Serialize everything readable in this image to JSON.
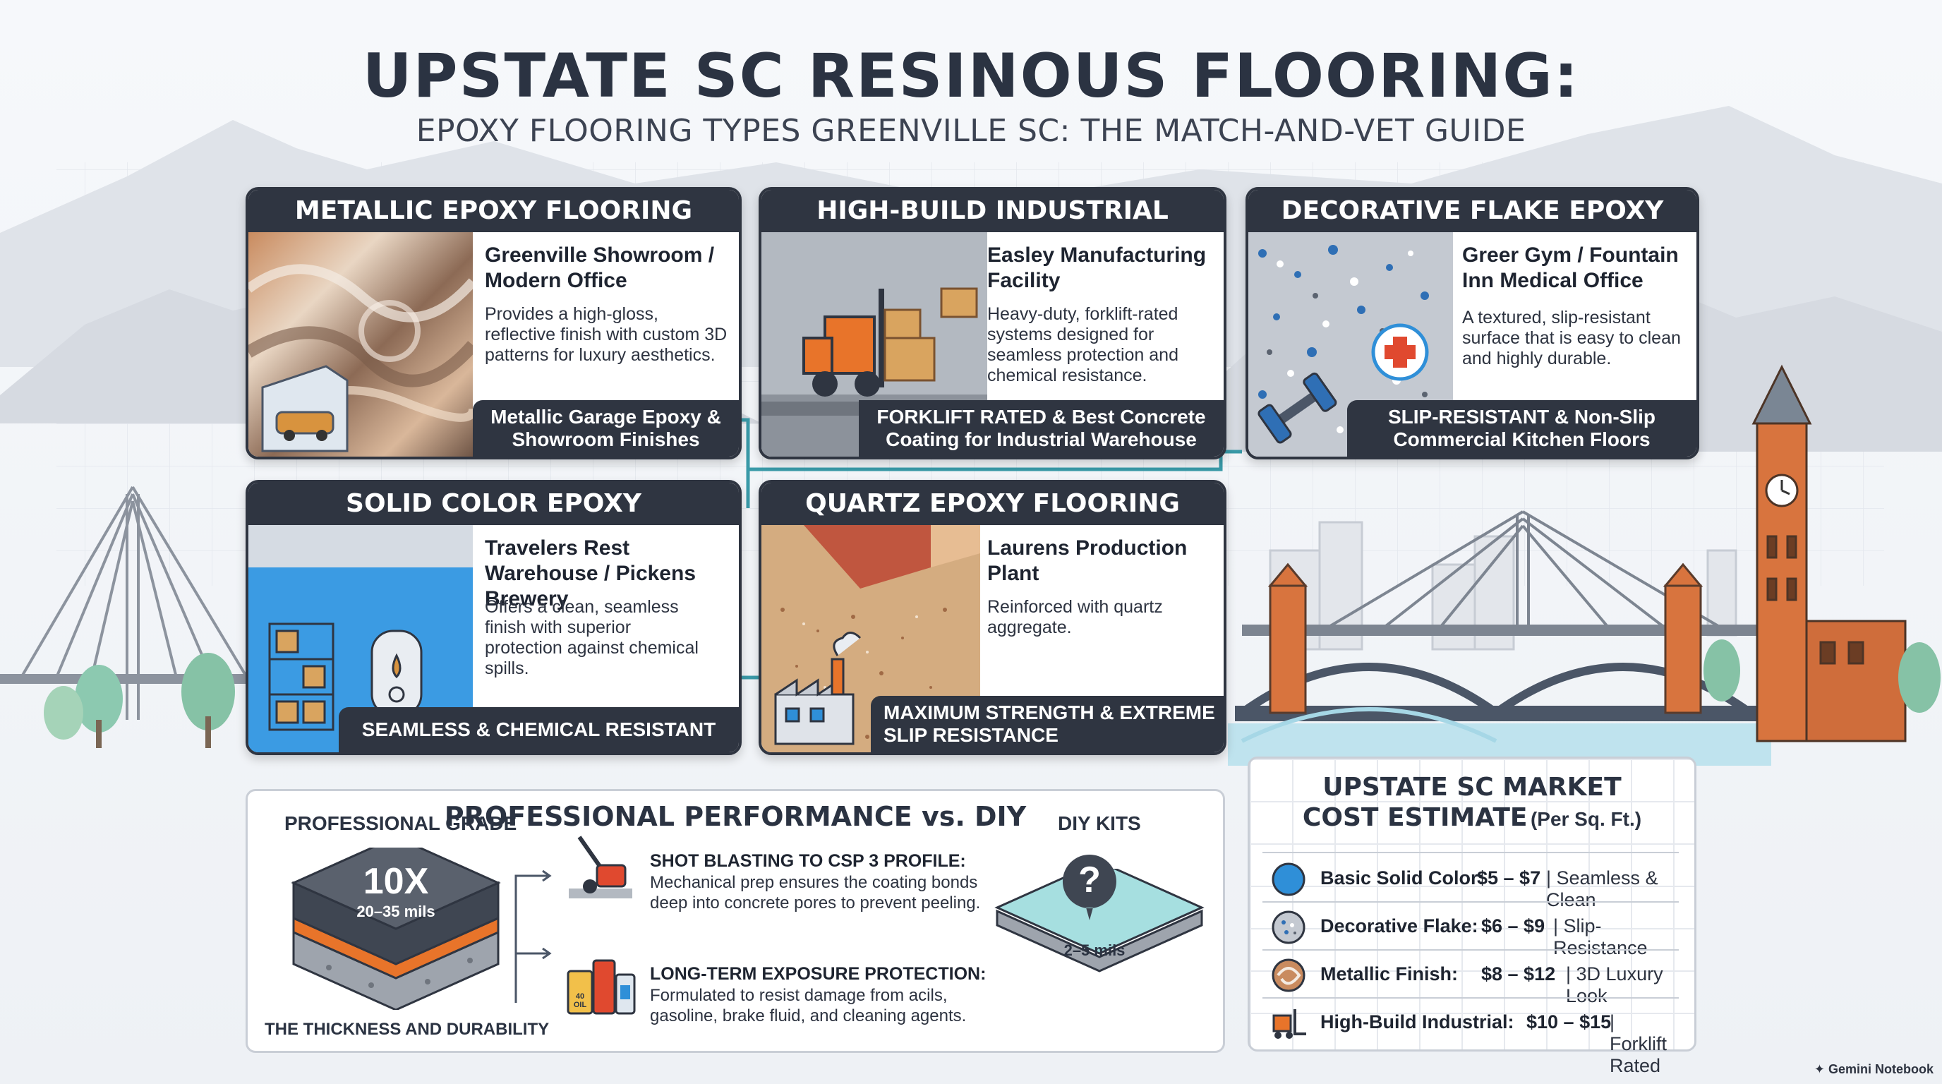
{
  "header": {
    "title": "UPSTATE SC RESINOUS FLOORING:",
    "subtitle": "EPOXY FLOORING TYPES GREENVILLE SC: THE MATCH-AND-VET GUIDE"
  },
  "cards": [
    {
      "title": "METALLIC EPOXY FLOORING",
      "location": "Greenville Showroom / Modern Office",
      "description": "Provides a high-gloss, reflective finish with custom 3D patterns for luxury aesthetics.",
      "footer": "Metallic Garage Epoxy & Showroom Finishes"
    },
    {
      "title": "HIGH-BUILD INDUSTRIAL COATINGS",
      "location": "Easley Manufacturing Facility",
      "description": "Heavy-duty, forklift-rated systems designed for seamless protection and chemical resistance.",
      "footer": "FORKLIFT RATED & Best Concrete Coating for Industrial Warehouse"
    },
    {
      "title": "DECORATIVE FLAKE EPOXY",
      "location": "Greer Gym / Fountain Inn Medical Office",
      "description": "A textured, slip-resistant surface that is easy to clean and highly durable.",
      "footer": "SLIP-RESISTANT & Non-Slip Commercial Kitchen Floors"
    },
    {
      "title": "SOLID COLOR EPOXY",
      "location": "Travelers Rest Warehouse / Pickens Brewery",
      "description": "Offers a clean, seamless finish with superior protection against chemical spills.",
      "footer": "SEAMLESS & CHEMICAL RESISTANT"
    },
    {
      "title": "QUARTZ EPOXY FLOORING",
      "location": "Laurens Production Plant",
      "description": "Reinforced with quartz aggregate.",
      "footer": "MAXIMUM STRENGTH & EXTREME SLIP RESISTANCE"
    }
  ],
  "performance": {
    "title": "PROFESSIONAL PERFORMANCE vs. DIY",
    "pro_label": "PROFESSIONAL GRADE",
    "pro_multiplier": "10X",
    "pro_thickness": "20–35 mils",
    "pro_caption": "THE THICKNESS AND DURABILITY",
    "diy_label": "DIY KITS",
    "diy_symbol": "?",
    "diy_thickness": "2–5 mils",
    "features": [
      {
        "title": "SHOT BLASTING TO CSP 3 PROFILE:",
        "description": "Mechanical prep ensures the coating bonds deep into concrete pores to prevent peeling."
      },
      {
        "title": "LONG-TERM EXPOSURE PROTECTION:",
        "description": "Formulated to resist damage from acils, gasoline, brake fluid, and cleaning agents."
      }
    ],
    "oil_can_label": "40 OIL"
  },
  "cost": {
    "title_line1": "UPSTATE SC MARKET",
    "title_line2": "COST ESTIMATE",
    "title_unit": "(Per Sq. Ft.)",
    "rows": [
      {
        "name": "Basic Solid Color:",
        "price": "$5 – $7",
        "note": "| Seamless & Clean",
        "icon": "blue-circle-icon"
      },
      {
        "name": "Decorative Flake:",
        "price": "$6 – $9",
        "note": "| Slip-Resistance",
        "icon": "flake-circle-icon"
      },
      {
        "name": "Metallic Finish:",
        "price": "$8 – $12",
        "note": "| 3D Luxury Look",
        "icon": "metallic-swirl-icon"
      },
      {
        "name": "High-Build Industrial:",
        "price": "$10 – $15",
        "note": "| Forklift Rated",
        "icon": "forklift-icon"
      }
    ]
  },
  "brand": "Gemini Notebook",
  "colors": {
    "dark": "#2f3541",
    "accent_orange": "#e8742a",
    "accent_blue": "#2f8fd8",
    "teal_connector": "#3a9aa8"
  }
}
